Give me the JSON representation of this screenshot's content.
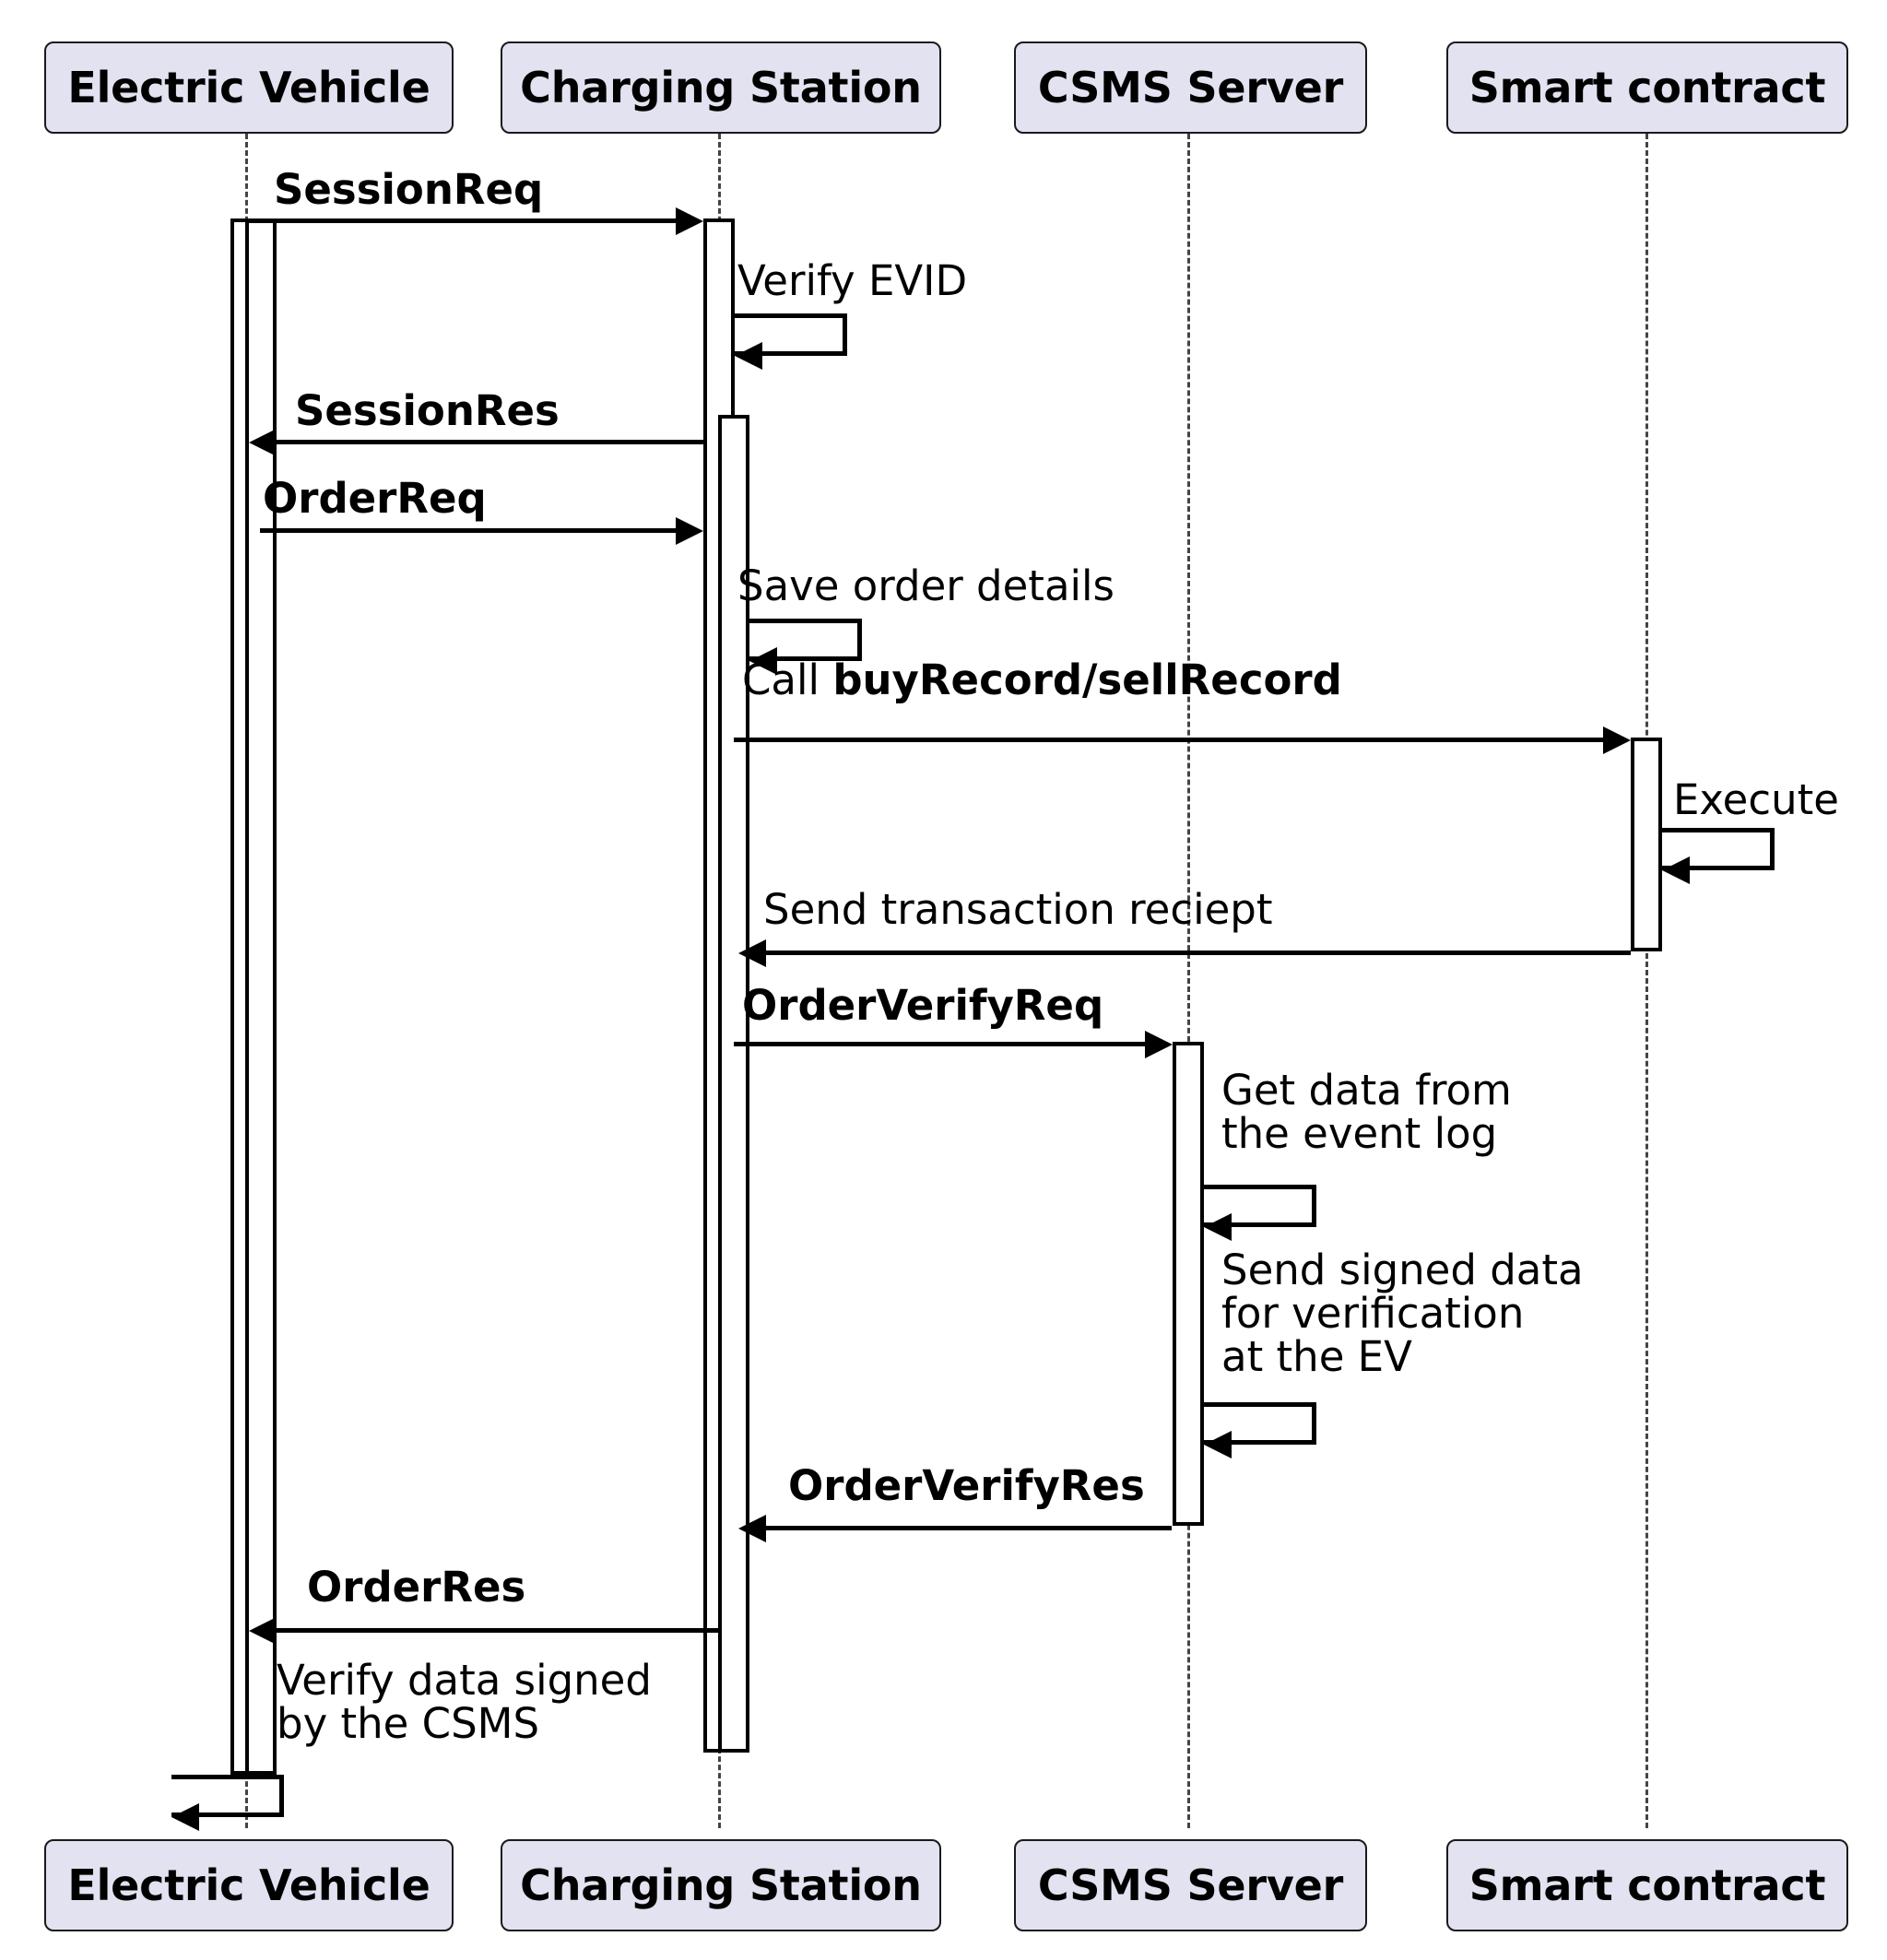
{
  "diagram": {
    "type": "sequence-diagram",
    "title": "EV charging order with smart contract verification",
    "box_fill": "#e2e2f0",
    "line_color": "#000000",
    "participants": [
      {
        "id": "ev",
        "label": "Electric Vehicle"
      },
      {
        "id": "cs",
        "label": "Charging Station"
      },
      {
        "id": "csms",
        "label": "CSMS Server"
      },
      {
        "id": "sc",
        "label": "Smart contract"
      }
    ],
    "messages": [
      {
        "index": 1,
        "label": "SessionReq",
        "bold": true,
        "from": "ev",
        "to": "cs",
        "kind": "call"
      },
      {
        "index": 2,
        "label": "Verify EVID",
        "bold": false,
        "from": "cs",
        "to": "cs",
        "kind": "self"
      },
      {
        "index": 3,
        "label": "SessionRes",
        "bold": true,
        "from": "cs",
        "to": "ev",
        "kind": "return"
      },
      {
        "index": 4,
        "label": "OrderReq",
        "bold": true,
        "from": "ev",
        "to": "cs",
        "kind": "call"
      },
      {
        "index": 5,
        "label": "Save order details",
        "bold": false,
        "from": "cs",
        "to": "cs",
        "kind": "self"
      },
      {
        "index": 6,
        "label": "Call buyRecord/sellRecord",
        "label_plain": "Call ",
        "label_bold": "buyRecord/sellRecord",
        "bold": false,
        "from": "cs",
        "to": "sc",
        "kind": "call"
      },
      {
        "index": 7,
        "label": "Execute",
        "bold": false,
        "from": "sc",
        "to": "sc",
        "kind": "self"
      },
      {
        "index": 8,
        "label": "Send transaction reciept",
        "bold": false,
        "from": "sc",
        "to": "cs",
        "kind": "return"
      },
      {
        "index": 9,
        "label": "OrderVerifyReq",
        "bold": true,
        "from": "cs",
        "to": "csms",
        "kind": "call"
      },
      {
        "index": 10,
        "label": "Get data from\nthe event log",
        "bold": false,
        "from": "csms",
        "to": "csms",
        "kind": "self"
      },
      {
        "index": 11,
        "label": "Send signed data\nfor verification\nat the EV",
        "bold": false,
        "from": "csms",
        "to": "csms",
        "kind": "self"
      },
      {
        "index": 12,
        "label": "OrderVerifyRes",
        "bold": true,
        "from": "csms",
        "to": "cs",
        "kind": "return"
      },
      {
        "index": 13,
        "label": "OrderRes",
        "bold": true,
        "from": "cs",
        "to": "ev",
        "kind": "return"
      },
      {
        "index": 14,
        "label": "Verify data signed\nby the CSMS",
        "bold": false,
        "from": "ev",
        "to": "ev",
        "kind": "self"
      }
    ]
  }
}
